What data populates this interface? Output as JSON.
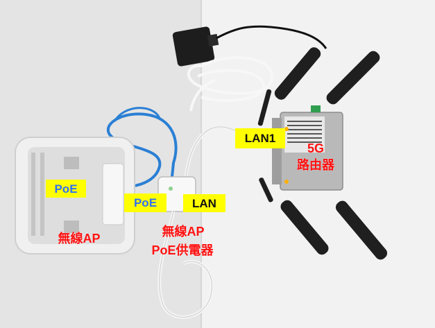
{
  "labels": {
    "poe_ap": "PoE",
    "poe_injector": "PoE",
    "lan": "LAN",
    "lan1": "LAN1",
    "router_line1": "5G",
    "router_line2": "路由器",
    "ap_name": "無線AP",
    "injector_line1": "無線AP",
    "injector_line2": "PoE供電器"
  },
  "colors": {
    "highlight": "#ffff00",
    "label_red": "#ff1111",
    "label_blue": "#2f6ff5",
    "cable_blue": "#2a7fd4",
    "cable_white": "#f4f4f4"
  }
}
